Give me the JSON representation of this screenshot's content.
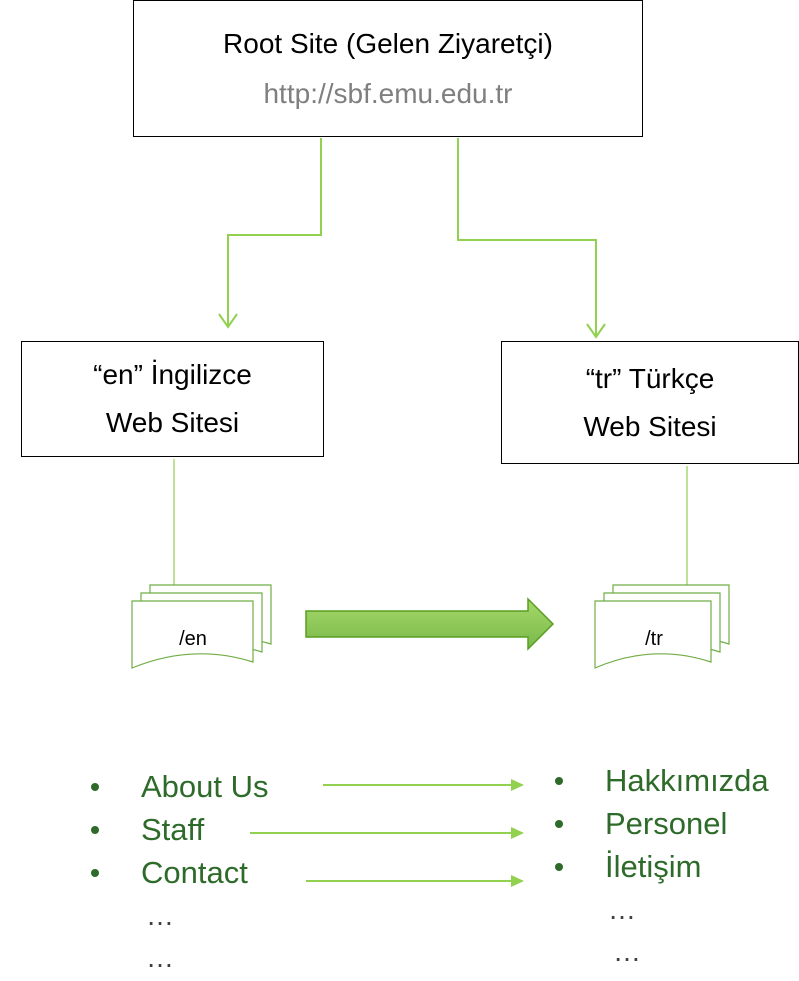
{
  "root": {
    "title": "Root Site (Gelen Ziyaretçi)",
    "url": "http://sbf.emu.edu.tr"
  },
  "en_site": {
    "line1": "“en” İngilizce",
    "line2": "Web Sitesi"
  },
  "tr_site": {
    "line1": "“tr” Türkçe",
    "line2": "Web Sitesi"
  },
  "documents": {
    "en_label": "/en",
    "tr_label": "/tr"
  },
  "english_list": {
    "items": [
      "About Us",
      "Staff",
      "Contact"
    ],
    "ellipsis": [
      "…",
      "…"
    ]
  },
  "turkish_list": {
    "items": [
      "Hakkımızda",
      "Personel",
      "İletişim"
    ],
    "ellipsis": [
      "…",
      "…"
    ]
  },
  "colors": {
    "connector": "#92d050",
    "big_arrow_fill": "#8dc63f",
    "big_arrow_stroke": "#5a9e1f",
    "document_stroke": "#70ad47",
    "list_text": "#2e6b2a",
    "url_text": "#7f7f7f"
  }
}
